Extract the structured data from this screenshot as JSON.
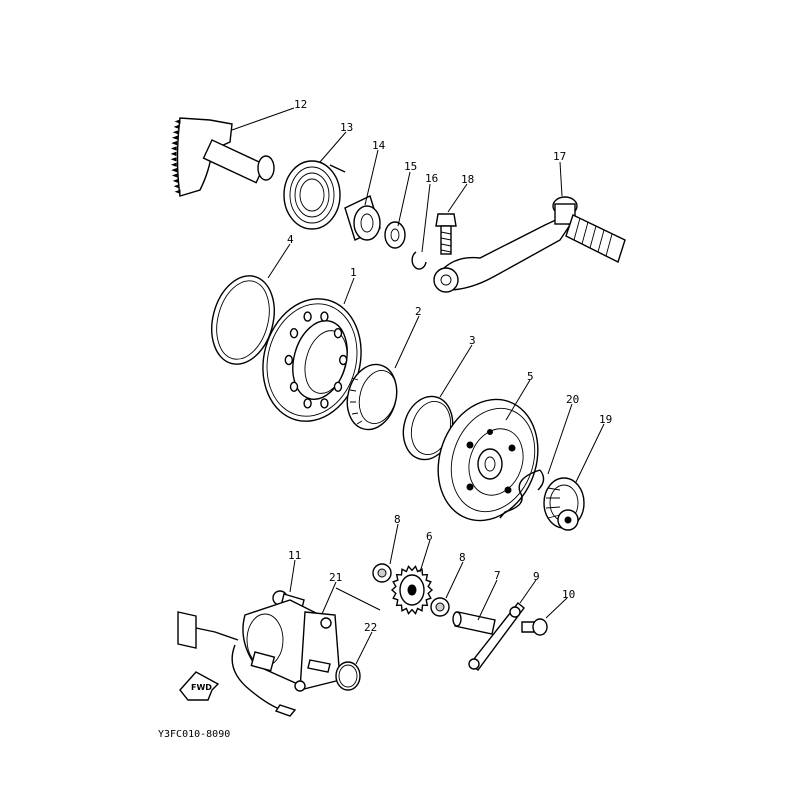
{
  "diagram_code": "Y3FC010-8090",
  "fwd_label": "FWD",
  "callouts": {
    "c1": "1",
    "c2": "2",
    "c3": "3",
    "c4": "4",
    "c5": "5",
    "c6": "6",
    "c7": "7",
    "c8a": "8",
    "c8b": "8",
    "c9": "9",
    "c10": "10",
    "c11": "11",
    "c12": "12",
    "c13": "13",
    "c14": "14",
    "c15": "15",
    "c16": "16",
    "c17": "17",
    "c18": "18",
    "c19": "19",
    "c20": "20",
    "c21": "21",
    "c22": "22"
  }
}
